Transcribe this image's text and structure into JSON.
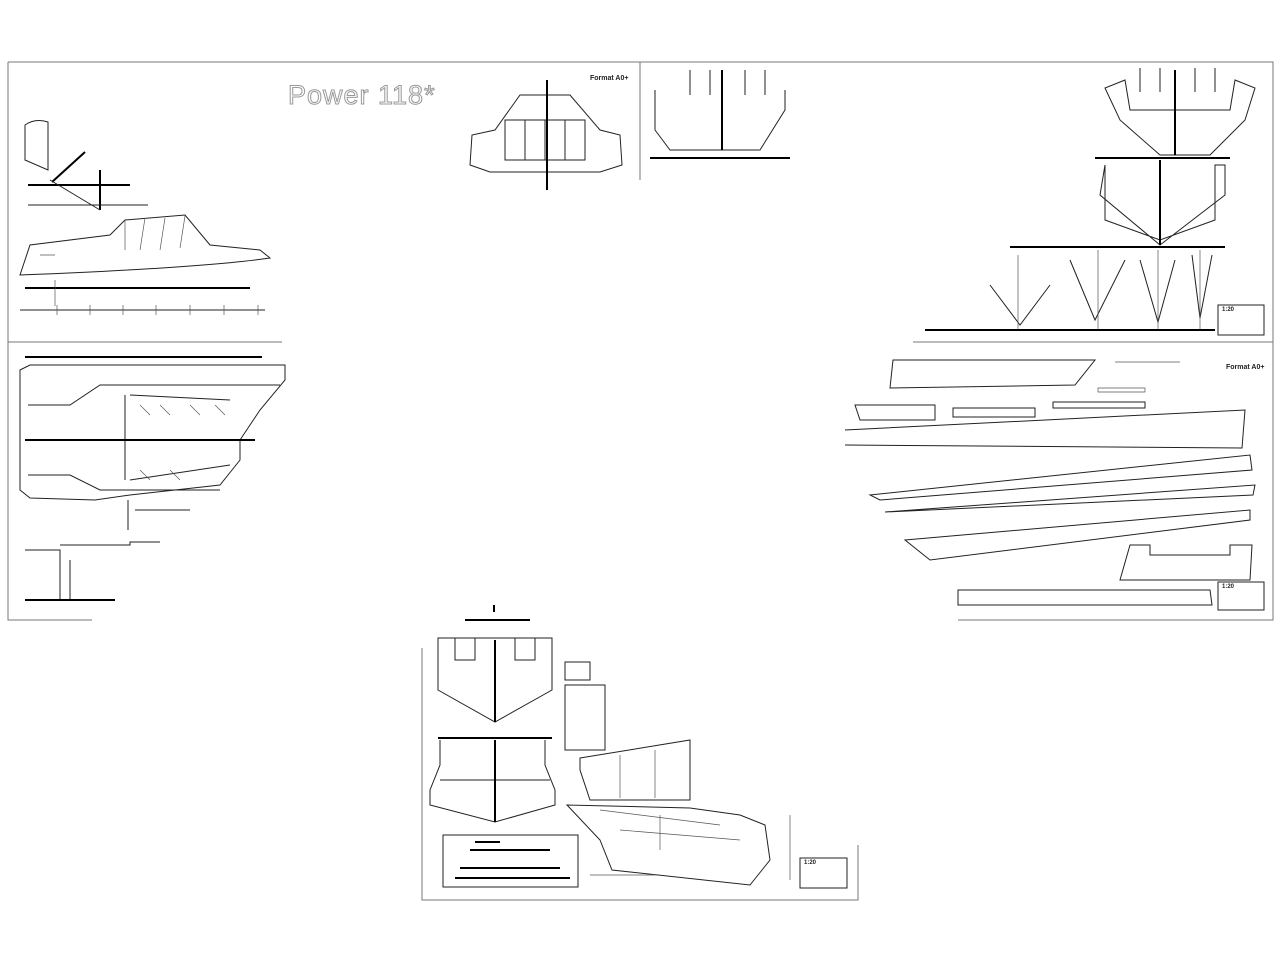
{
  "drawing": {
    "title": "Power 118*",
    "format_labels": [
      "Format A0+",
      "Format A0+"
    ],
    "scale_labels": [
      "1:20",
      "1:20",
      "1:20"
    ]
  }
}
